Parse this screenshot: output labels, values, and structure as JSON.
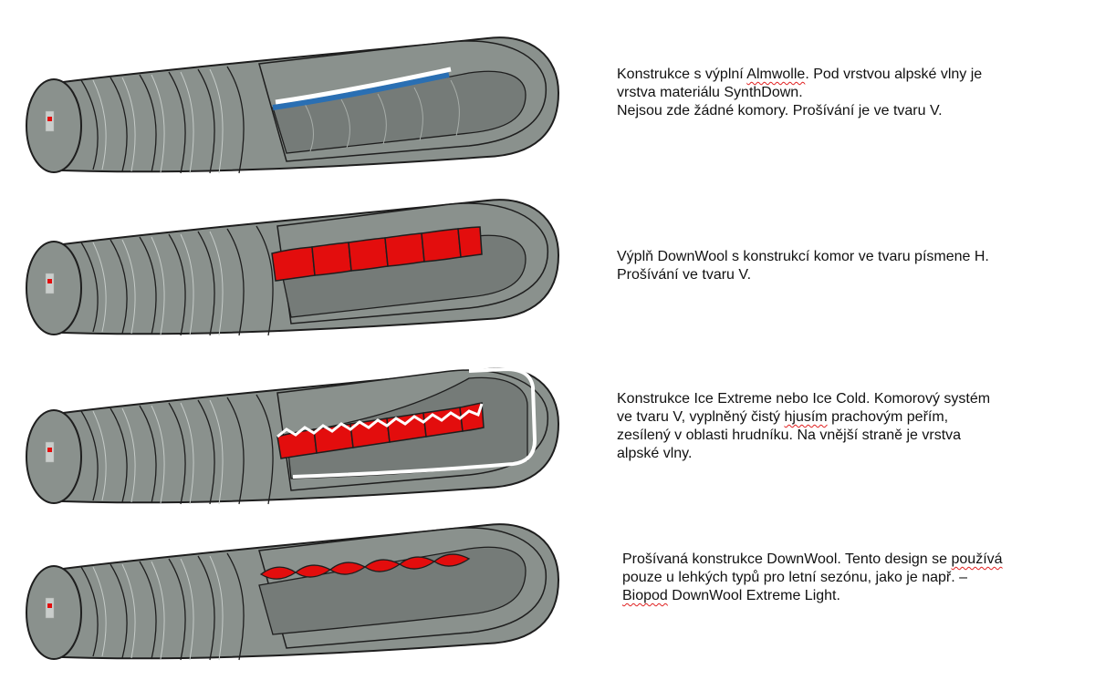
{
  "colors": {
    "shell": "#8a918d",
    "shell_dark": "#757b78",
    "outline": "#1e1e1e",
    "seam": "#c5cbc8",
    "fill_red": "#e30d0d",
    "layer_blue": "#2a6fb3",
    "layer_white": "#ffffff",
    "background": "#ffffff"
  },
  "panels": [
    {
      "design": "almwolle-v-stitch",
      "caption": [
        [
          {
            "t": "Konstrukce s výplní "
          },
          {
            "t": "Almwolle",
            "sp": true
          },
          {
            "t": ". Pod vrstvou alpské vlny je"
          }
        ],
        [
          {
            "t": "vrstva materiálu SynthDown."
          }
        ],
        [
          {
            "t": "Nejsou zde žádné komory. Prošívání je ve tvaru V."
          }
        ]
      ]
    },
    {
      "design": "downwool-h-chamber",
      "caption": [
        [
          {
            "t": "Výplň DownWool s konstrukcí komor ve tvaru písmene H."
          }
        ],
        [
          {
            "t": "Prošívání ve tvaru V."
          }
        ]
      ]
    },
    {
      "design": "ice-extreme-v-chamber",
      "caption": [
        [
          {
            "t": "Konstrukce Ice Extreme nebo Ice Cold. Komorový systém"
          }
        ],
        [
          {
            "t": "ve tvaru V, vyplněný čistý "
          },
          {
            "t": "hjusím",
            "sp": true
          },
          {
            "t": " prachovým peřím,"
          }
        ],
        [
          {
            "t": "zesílený v oblasti hrudníku. Na vnější straně je vrstva"
          }
        ],
        [
          {
            "t": "alpské vlny."
          }
        ]
      ]
    },
    {
      "design": "downwool-sewn-through",
      "caption": [
        [
          {
            "t": "Prošívaná konstrukce DownWool. Tento design se "
          },
          {
            "t": "používá",
            "sp": true
          }
        ],
        [
          {
            "t": "pouze u lehkých typů pro letní sezónu, jako je např. –"
          }
        ],
        [
          {
            "t": "Biopod",
            "sp": true
          },
          {
            "t": " DownWool Extreme Light."
          }
        ]
      ]
    }
  ]
}
